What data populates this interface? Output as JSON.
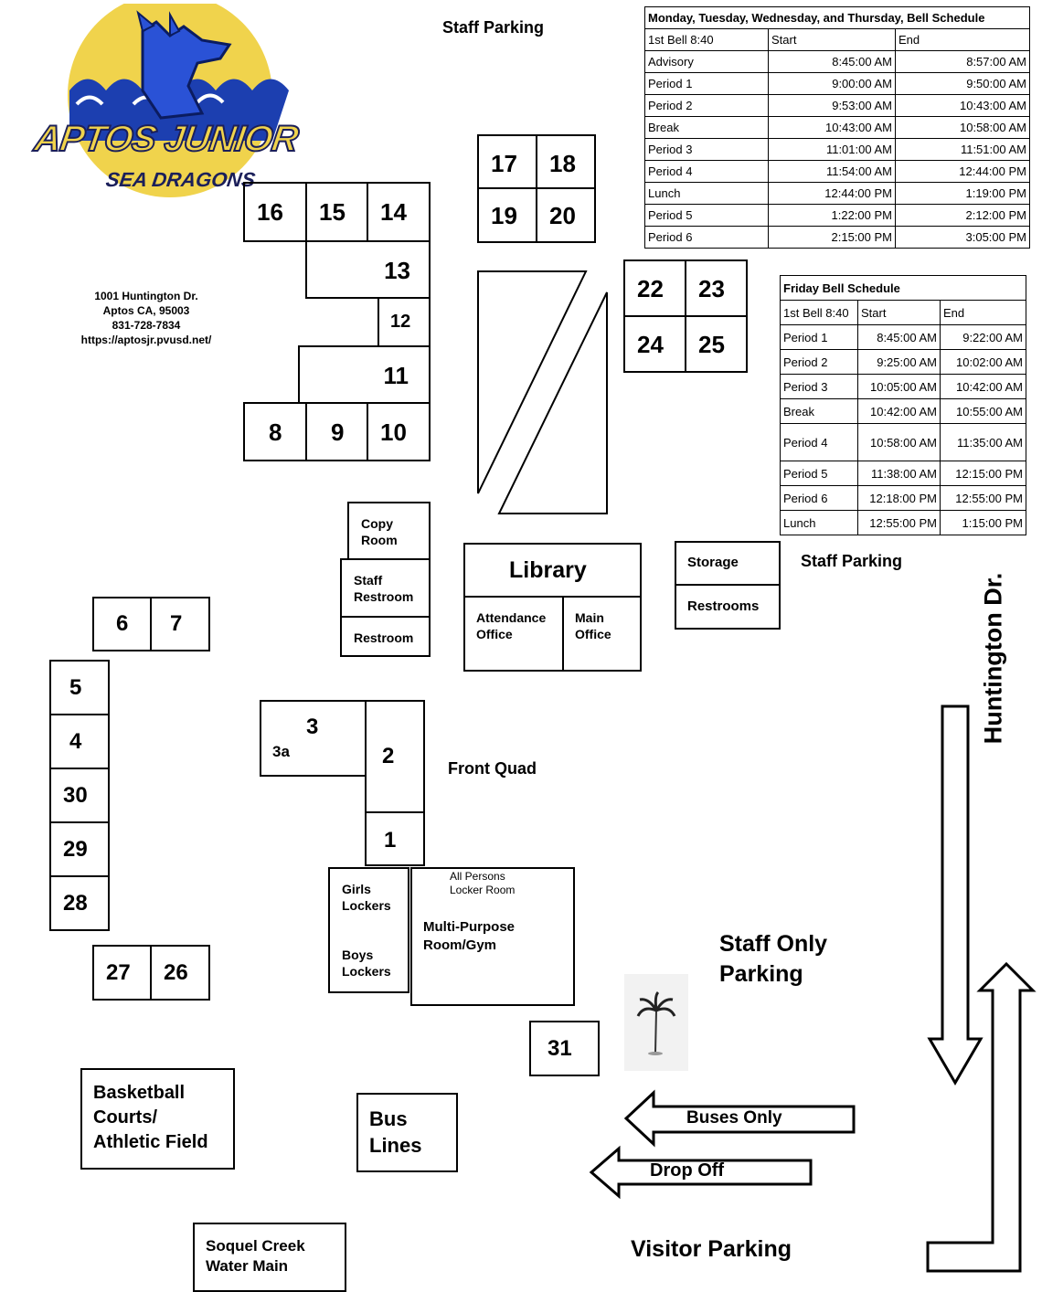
{
  "logo": {
    "title": "APTOS JUNIOR",
    "subtitle": "SEA DRAGONS"
  },
  "address": {
    "line1": "1001 Huntington Dr.",
    "line2": "Aptos CA, 95003",
    "phone": "831-728-7834",
    "url": "https://aptosjr.pvusd.net/"
  },
  "labels": {
    "staff_parking_top": "Staff Parking",
    "staff_parking_right": "Staff Parking",
    "front_quad": "Front Quad",
    "staff_only_parking_1": "Staff Only",
    "staff_only_parking_2": "Parking",
    "visitor_parking": "Visitor Parking",
    "huntington": "Huntington Dr.",
    "buses_only": "Buses Only",
    "drop_off": "Drop Off"
  },
  "rooms": {
    "r1": "1",
    "r2": "2",
    "r3": "3",
    "r3a": "3a",
    "r4": "4",
    "r5": "5",
    "r6": "6",
    "r7": "7",
    "r8": "8",
    "r9": "9",
    "r10": "10",
    "r11": "11",
    "r12": "12",
    "r13": "13",
    "r14": "14",
    "r15": "15",
    "r16": "16",
    "r17": "17",
    "r18": "18",
    "r19": "19",
    "r20": "20",
    "r22": "22",
    "r23": "23",
    "r24": "24",
    "r25": "25",
    "r26": "26",
    "r27": "27",
    "r28": "28",
    "r29": "29",
    "r30": "30",
    "r31": "31"
  },
  "facilities": {
    "copy_1": "Copy",
    "copy_2": "Room",
    "staff_restroom_1": "Staff",
    "staff_restroom_2": "Restroom",
    "restroom": "Restroom",
    "library": "Library",
    "attendance_1": "Attendance",
    "attendance_2": "Office",
    "main_1": "Main",
    "main_2": "Office",
    "storage": "Storage",
    "restrooms": "Restrooms",
    "girls_1": "Girls",
    "girls_2": "Lockers",
    "boys_1": "Boys",
    "boys_2": "Lockers",
    "allpersons_1": "All Persons",
    "allpersons_2": "Locker Room",
    "mpr_1": "Multi-Purpose",
    "mpr_2": "Room/Gym",
    "courts_1": "Basketball",
    "courts_2": "Courts/",
    "courts_3": "Athletic Field",
    "bus_1": "Bus",
    "bus_2": "Lines",
    "water_1": "Soquel Creek",
    "water_2": "Water Main"
  },
  "mtwth_schedule": {
    "title": "Monday, Tuesday, Wednesday, and Thursday, Bell Schedule",
    "head": [
      "1st Bell 8:40",
      "Start",
      "End"
    ],
    "rows": [
      [
        "Advisory",
        "8:45:00 AM",
        "8:57:00 AM"
      ],
      [
        "Period 1",
        "9:00:00 AM",
        "9:50:00 AM"
      ],
      [
        "Period 2",
        "9:53:00 AM",
        "10:43:00 AM"
      ],
      [
        "Break",
        "10:43:00 AM",
        "10:58:00 AM"
      ],
      [
        "Period 3",
        "11:01:00 AM",
        "11:51:00 AM"
      ],
      [
        "Period 4",
        "11:54:00 AM",
        "12:44:00 PM"
      ],
      [
        "Lunch",
        "12:44:00 PM",
        "1:19:00 PM"
      ],
      [
        "Period 5",
        "1:22:00 PM",
        "2:12:00 PM"
      ],
      [
        "Period 6",
        "2:15:00 PM",
        "3:05:00 PM"
      ]
    ]
  },
  "friday_schedule": {
    "title": "Friday Bell Schedule",
    "head": [
      "1st Bell 8:40",
      "Start",
      "End"
    ],
    "rows": [
      [
        "Period 1",
        "8:45:00 AM",
        "9:22:00 AM"
      ],
      [
        "Period 2",
        "9:25:00 AM",
        "10:02:00 AM"
      ],
      [
        "Period 3",
        "10:05:00 AM",
        "10:42:00 AM"
      ],
      [
        "Break",
        "10:42:00 AM",
        "10:55:00 AM"
      ],
      [
        "Period 4",
        "10:58:00 AM",
        "11:35:00 AM"
      ],
      [
        "Period 5",
        "11:38:00 AM",
        "12:15:00 PM"
      ],
      [
        "Period 6",
        "12:18:00 PM",
        "12:55:00 PM"
      ],
      [
        "Lunch",
        "12:55:00 PM",
        "1:15:00 PM"
      ]
    ]
  }
}
